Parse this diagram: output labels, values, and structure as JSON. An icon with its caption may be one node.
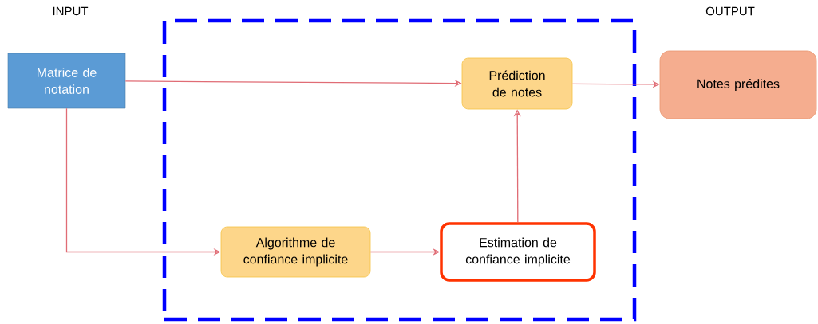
{
  "diagram": {
    "nodes": [
      {
        "text": [],
        "shape": "box"
      },
      {
        "text": [
          "Matrice de notation"
        ]
      },
      {
        "text": [
          "Prédiction de notes"
        ],
        "in": 0
      },
      {
        "text": [
          "Algorithme de confiance implicite"
        ],
        "in": 0
      },
      {
        "text": [
          "Estimation de confiance implicite"
        ],
        "in": 0
      },
      {
        "text": [
          "Notes prédites"
        ]
      }
    ],
    "edges": [
      {
        "from": 1,
        "to": 2,
        "arrow": "to"
      },
      {
        "from": 2,
        "to": 5,
        "arrow": "to"
      },
      {
        "from": 1,
        "to": 3,
        "arrow": "to"
      },
      {
        "from": 3,
        "to": 4,
        "arrow": "to"
      },
      {
        "from": 4,
        "to": 2,
        "arrow": "to"
      }
    ],
    "labels": [
      "INPUT",
      "OUTPUT"
    ]
  }
}
